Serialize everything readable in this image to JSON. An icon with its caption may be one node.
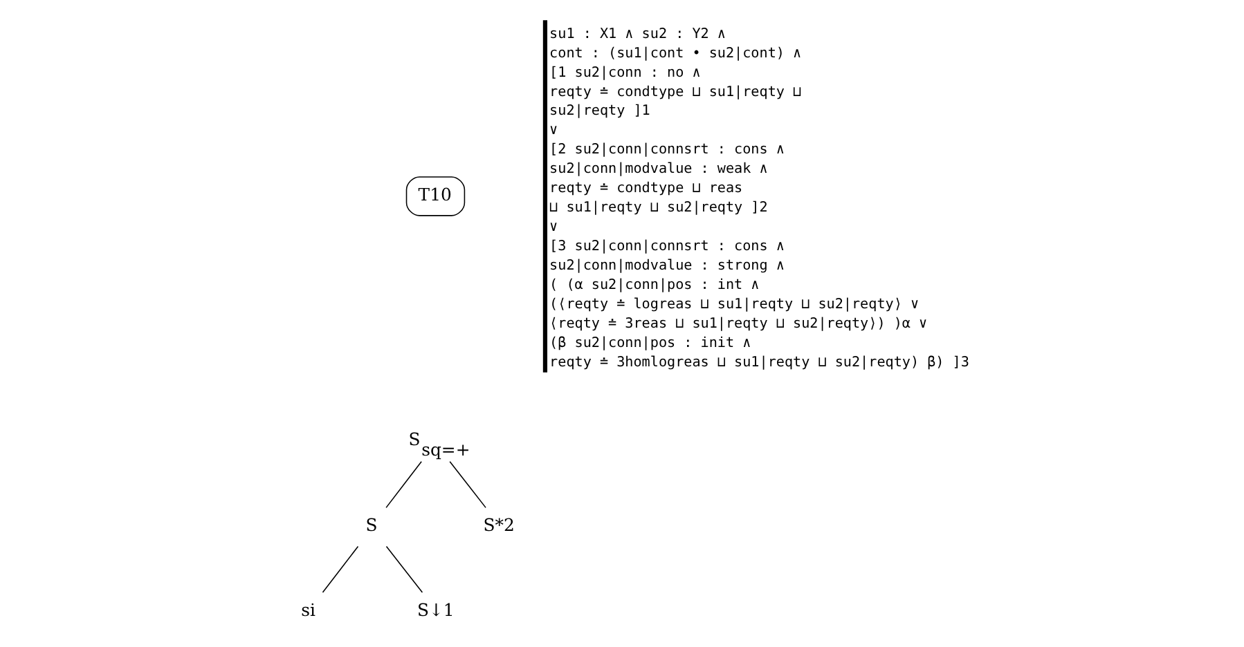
{
  "diagram": {
    "nodes": [
      {
        "text": [
          "T10"
        ]
      },
      {
        "text": [
          "S$_{sq=+}$"
        ]
      },
      {
        "text": [
          "S"
        ]
      },
      {
        "text": [
          "S*2"
        ]
      },
      {
        "text": [
          "si"
        ]
      },
      {
        "text": [
          "S↓1"
        ]
      }
    ],
    "edges": [
      {
        "from": 1,
        "to": 2,
        "arrow": "none"
      },
      {
        "from": 1,
        "to": 3,
        "arrow": "none"
      },
      {
        "from": 2,
        "to": 4,
        "arrow": "none"
      },
      {
        "from": 2,
        "to": 5,
        "arrow": "none"
      }
    ],
    "labels": [
      "su1 : X1 ∧ su2 : Y2 ∧",
      "cont : (su1|cont • su2|cont) ∧",
      "[1 su2|conn : no ∧",
      "reqty ≐ condtype ⊔ su1|reqty ⊔",
      "su2|reqty ]1",
      "∨",
      "[2 su2|conn|connsrt : cons ∧",
      "su2|conn|modvalue : weak ∧",
      "reqty ≐ condtype ⊔ reas",
      "⊔ su1|reqty ⊔ su2|reqty ]2",
      "∨",
      "[3 su2|conn|connsrt : cons ∧",
      "su2|conn|modvalue : strong ∧",
      "( (α su2|conn|pos : int ∧",
      "(⟨reqty ≐ logreas ⊔ su1|reqty ⊔ su2|reqty⟩ ∨",
      "⟨reqty ≐ 3reas ⊔ su1|reqty ⊔ su2|reqty⟩) )α ∨",
      "(β su2|conn|pos : init ∧",
      "reqty ≐ 3homlogreas ⊔ su1|reqty ⊔ su2|reqty) β) ]3"
    ]
  }
}
